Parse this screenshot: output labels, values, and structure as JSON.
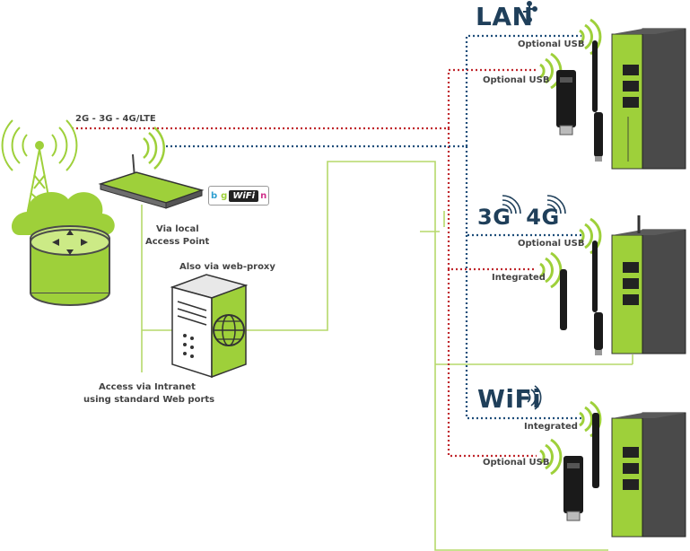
{
  "labels": {
    "cellular_bands": "2G - 3G - 4G/LTE",
    "via_local_line1": "Via local",
    "via_local_line2": "Access Point",
    "web_proxy": "Also via web-proxy",
    "intranet_line1": "Access via Intranet",
    "intranet_line2": "using standard Web ports"
  },
  "wifi_badge": {
    "b": "b",
    "g": "g",
    "wifi": "WiFi",
    "n": "n"
  },
  "sections": [
    {
      "title": "LAN",
      "label_top": "Optional USB",
      "label_bottom": "Optional USB"
    },
    {
      "title": "3G 4G",
      "label_top": "Optional USB",
      "label_bottom": "Integrated"
    },
    {
      "title": "WiFi",
      "label_top": "Integrated",
      "label_bottom": "Optional USB"
    }
  ],
  "colors": {
    "green": "#9ed03a",
    "dark_blue": "#1f3f5a",
    "dotted_red": "#c0272d",
    "dotted_blue": "#1f4e7a",
    "line_green": "#b5d86a"
  },
  "icons": [
    "cell-tower-icon",
    "cloud-router-icon",
    "wifi-access-point-icon",
    "web-server-icon",
    "usb-dongle-icon",
    "antenna-icon",
    "router-device-icon",
    "wifi-signal-icon"
  ]
}
